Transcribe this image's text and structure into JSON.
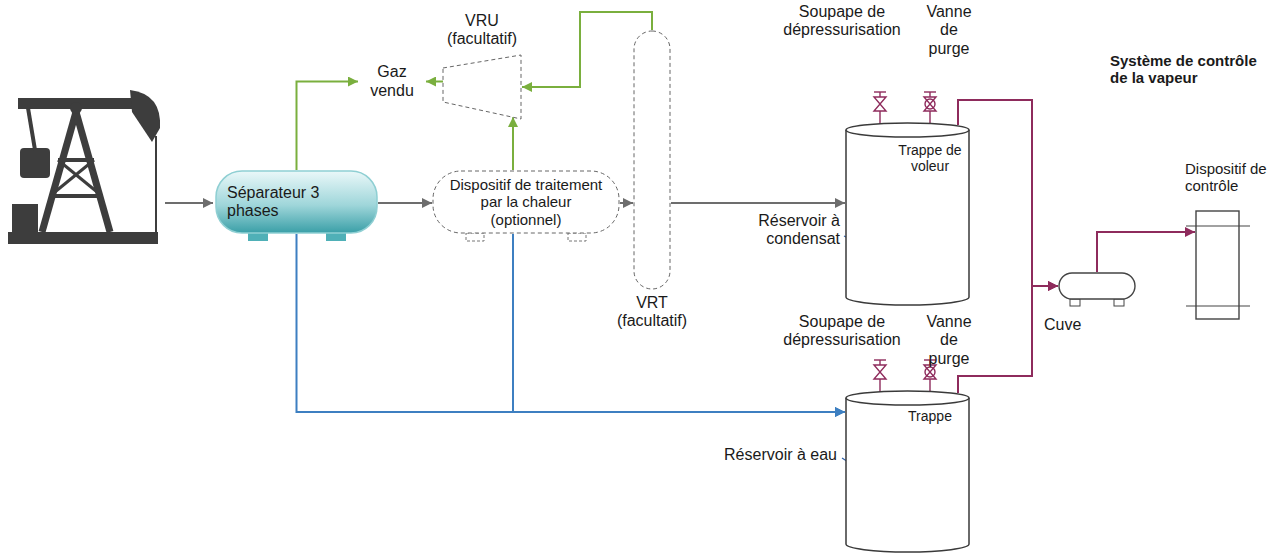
{
  "diagram": {
    "nodes": [
      {
        "text": [
          "Séparateur 3 phases"
        ]
      },
      {
        "text": [
          "Gaz vendu"
        ]
      },
      {
        "text": [
          "VRU (facultatif)"
        ]
      },
      {
        "text": [
          "Dispositif de traitement par la chaleur (optionnel)"
        ]
      },
      {
        "text": [
          "VRT (facultatif)"
        ]
      },
      {
        "text": [
          "Réservoir à condensat",
          "Trappe de voleur"
        ]
      },
      {
        "text": [
          "Réservoir à eau",
          "Trappe"
        ]
      },
      {
        "text": [
          "Cuve"
        ]
      },
      {
        "text": [
          "Dispositif de contrôle"
        ]
      }
    ],
    "edges": [
      {
        "from": 0,
        "to": 1,
        "arrow": "to"
      },
      {
        "from": 2,
        "to": 1,
        "arrow": "to"
      },
      {
        "from": 0,
        "to": 3,
        "arrow": "to"
      },
      {
        "from": 3,
        "to": 2,
        "arrow": "to"
      },
      {
        "from": 4,
        "to": 2,
        "arrow": "to"
      },
      {
        "from": 3,
        "to": 4,
        "arrow": "to"
      },
      {
        "from": 4,
        "to": 5,
        "arrow": "to"
      },
      {
        "from": 0,
        "to": 6,
        "arrow": "to"
      },
      {
        "from": 3,
        "to": 6,
        "arrow": "to"
      },
      {
        "from": 5,
        "to": 7,
        "arrow": "to"
      },
      {
        "from": 6,
        "to": 7,
        "arrow": "to"
      },
      {
        "from": 7,
        "to": 8,
        "arrow": "to"
      }
    ],
    "labels": [
      "Soupape de dépressurisation",
      "Vanne de purge",
      "Soupape de dépressurisation",
      "Vanne de purge",
      "Système de contrôle de la vapeur"
    ]
  }
}
